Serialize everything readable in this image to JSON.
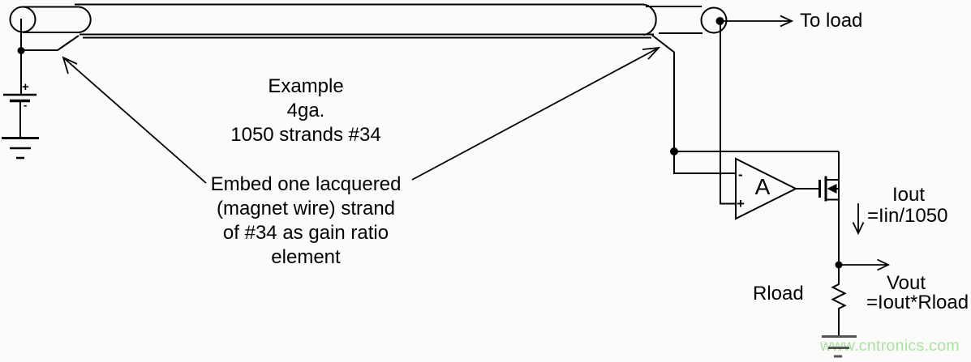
{
  "diagram": {
    "cable_note": {
      "lines": [
        "Example",
        "4ga.",
        "1050 strands #34"
      ]
    },
    "strand_note": {
      "lines": [
        "Embed one lacquered",
        "(magnet wire) strand",
        "of #34 as gain ratio",
        "element"
      ]
    },
    "labels": {
      "to_load": "To load",
      "iout": "Iout",
      "iout_formula": "=Iin/1050",
      "vout": "Vout",
      "vout_formula": "=Iout*Rload",
      "rload": "Rload"
    },
    "opamp": {
      "gain": "A",
      "inverting": "-",
      "noninverting": "+"
    },
    "battery": {
      "plus": "+",
      "minus": "-"
    },
    "watermark": "www.cntronics.com",
    "colors": {
      "stroke": "#000000",
      "ground_gray": "#555555",
      "watermark_green": "#a9e2a0",
      "background": "#fbfbf9"
    }
  }
}
